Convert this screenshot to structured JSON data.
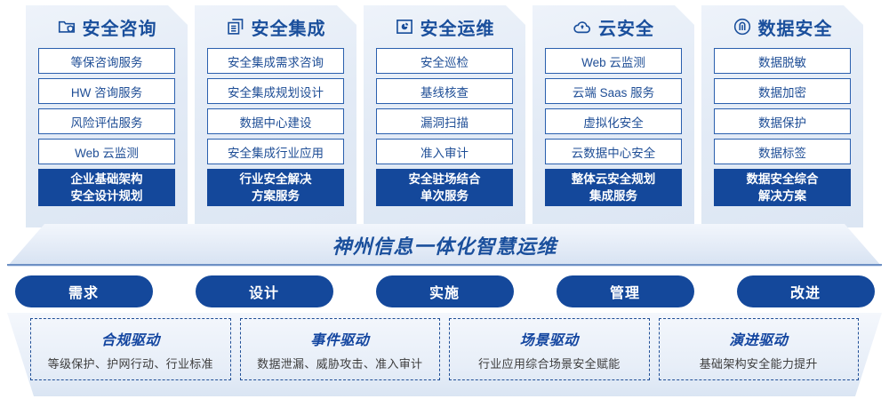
{
  "pillars": [
    {
      "icon": "folder-shield-icon",
      "title": "安全咨询",
      "items": [
        "等保咨询服务",
        "HW 咨询服务",
        "风险评估服务",
        "Web 云监测"
      ],
      "footer": [
        "企业基础架构",
        "安全设计规划"
      ]
    },
    {
      "icon": "stacked-documents-icon",
      "title": "安全集成",
      "items": [
        "安全集成需求咨询",
        "安全集成规划设计",
        "数据中心建设",
        "安全集成行业应用"
      ],
      "footer": [
        "行业安全解决",
        "方案服务"
      ]
    },
    {
      "icon": "monitor-chart-icon",
      "title": "安全运维",
      "items": [
        "安全巡检",
        "基线核查",
        "漏洞扫描",
        "准入审计"
      ],
      "footer": [
        "安全驻场结合",
        "单次服务"
      ]
    },
    {
      "icon": "cloud-icon",
      "title": "云安全",
      "items": [
        "Web 云监测",
        "云端 Saas 服务",
        "虚拟化安全",
        "云数据中心安全"
      ],
      "footer": [
        "整体云安全规划",
        "集成服务"
      ]
    },
    {
      "icon": "fingerprint-icon",
      "title": "数据安全",
      "items": [
        "数据脱敏",
        "数据加密",
        "数据保护",
        "数据标签"
      ],
      "footer": [
        "数据安全综合",
        "解决方案"
      ]
    }
  ],
  "banner": {
    "title": "神州信息一体化智慧运维"
  },
  "phases": [
    {
      "label": "需求"
    },
    {
      "label": "设计"
    },
    {
      "label": "实施"
    },
    {
      "label": "管理"
    },
    {
      "label": "改进"
    }
  ],
  "drivers": [
    {
      "title": "合规驱动",
      "subtitle": "等级保护、护网行动、行业标准"
    },
    {
      "title": "事件驱动",
      "subtitle": "数据泄漏、威胁攻击、准入审计"
    },
    {
      "title": "场景驱动",
      "subtitle": "行业应用综合场景安全赋能"
    },
    {
      "title": "演进驱动",
      "subtitle": "基础架构安全能力提升"
    }
  ],
  "colors": {
    "brand_blue": "#14489b",
    "text_blue": "#1f4e96",
    "title_blue": "#1a4f9c",
    "card_bg": "#e7eef8"
  }
}
